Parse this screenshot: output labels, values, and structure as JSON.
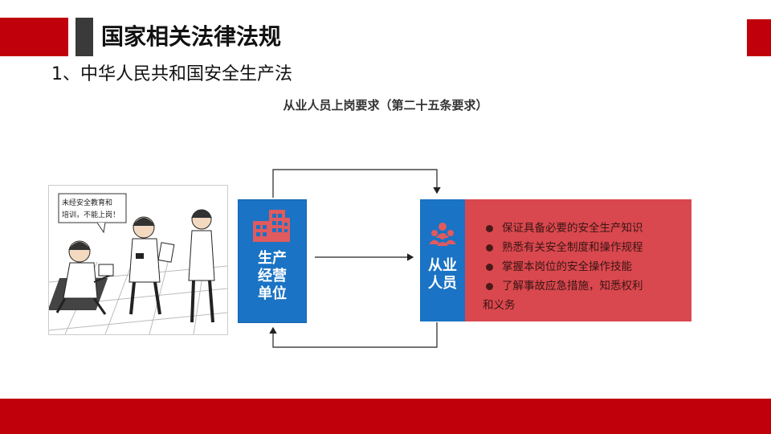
{
  "header": {
    "title": "国家相关法律法规",
    "subtitle": "1、中华人民共和国安全生产法"
  },
  "diagram": {
    "caption": "从业人员上岗要求（第二十五条要求）",
    "cartoon_speech": [
      "未经安全教育和",
      "培训，不能上岗！"
    ],
    "unit": {
      "lines": [
        "生产",
        "经营",
        "单位"
      ],
      "icon": "building-icon"
    },
    "staff": {
      "lines": [
        "从业",
        "人员"
      ],
      "icon": "people-icon"
    },
    "requirements": [
      {
        "line1": "保证具备必要的安全生产知识",
        "line2": ""
      },
      {
        "line1": "熟悉有关安全制度和操作规程",
        "line2": ""
      },
      {
        "line1": "掌握本岗位的安全操作技能",
        "line2": ""
      },
      {
        "line1": "了解事故应急措施，知悉权利",
        "line2": "和义务"
      }
    ]
  },
  "colors": {
    "brand_red": "#c0000b",
    "box_blue": "#1a73c4",
    "panel_red": "#d9484e",
    "header_dark": "#3a3a3a"
  }
}
